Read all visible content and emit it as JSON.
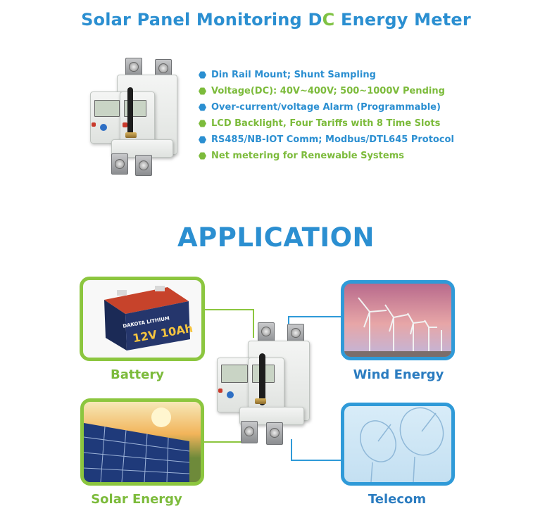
{
  "header": {
    "title_part1": "Solar Panel Monitoring",
    "title_dc_d": "D",
    "title_dc_c": "C",
    "title_part2": "Energy Meter"
  },
  "features": [
    {
      "text": "Din Rail Mount; Shunt Sampling",
      "color": "#2b8fd1"
    },
    {
      "text": "Voltage(DC): 40V~400V; 500~1000V Pending",
      "color": "#7cbb3b"
    },
    {
      "text": "Over-current/voltage Alarm (Programmable)",
      "color": "#2b8fd1"
    },
    {
      "text": "LCD Backlight, Four Tariffs with 8 Time Slots",
      "color": "#7cbb3b"
    },
    {
      "text": "RS485/NB-IOT Comm; Modbus/DTL645 Protocol",
      "color": "#2b8fd1"
    },
    {
      "text": "Net metering for Renewable Systems",
      "color": "#7cbb3b"
    }
  ],
  "application": {
    "title": "APPLICATION",
    "items": {
      "battery": {
        "label": "Battery",
        "battery_brand": "DAKOTA LITHIUM",
        "battery_spec": "12V 10Ah"
      },
      "wind": {
        "label": "Wind Energy"
      },
      "solar": {
        "label": "Solar Energy"
      },
      "telecom": {
        "label": "Telecom"
      }
    }
  },
  "colors": {
    "blue": "#2b8fd1",
    "green": "#8cc63f"
  }
}
